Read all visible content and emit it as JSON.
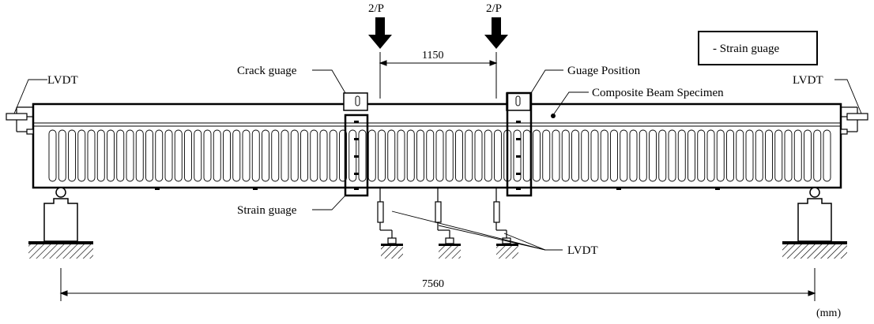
{
  "labels": {
    "load_left": "2/P",
    "load_right": "2/P",
    "span_between_loads": "1150",
    "total_span": "7560",
    "units": "(mm)",
    "lvdt_left": "LVDT",
    "lvdt_right": "LVDT",
    "lvdt_bottom": "LVDT",
    "crack_guage": "Crack guage",
    "strain_guage": "Strain guage",
    "guage_position": "Guage Position",
    "composite_beam": "Composite Beam Specimen"
  },
  "legend": {
    "symbol_text": "- Strain guage"
  }
}
